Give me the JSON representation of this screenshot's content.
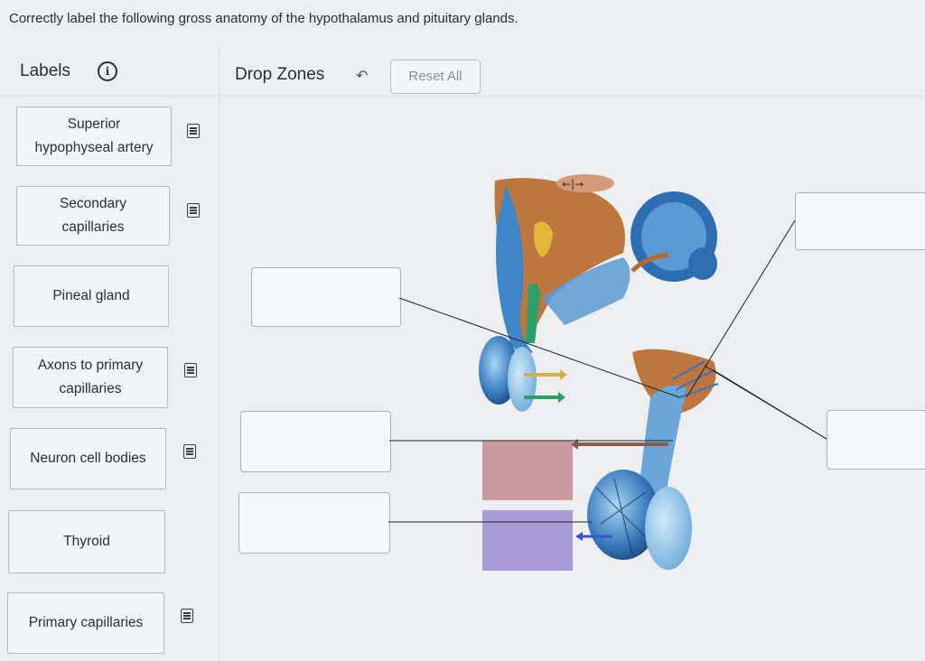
{
  "instruction": "Correctly label the following gross anatomy of the hypothalamus and pituitary glands.",
  "labels_panel": {
    "title": "Labels",
    "info_icon": "info-icon"
  },
  "drop_panel": {
    "title": "Drop Zones",
    "undo_icon": "undo-icon",
    "reset_label": "Reset All"
  },
  "labels": [
    {
      "text": "Superior hypophyseal artery",
      "line1": "Superior",
      "line2": "hypophyseal artery",
      "has_note": true
    },
    {
      "text": "Secondary capillaries",
      "line1": "Secondary",
      "line2": "capillaries",
      "has_note": true
    },
    {
      "text": "Pineal gland",
      "line1": "Pineal gland",
      "line2": "",
      "has_note": false
    },
    {
      "text": "Axons to primary capillaries",
      "line1": "Axons to primary",
      "line2": "capillaries",
      "has_note": true
    },
    {
      "text": "Neuron cell bodies",
      "line1": "Neuron cell bodies",
      "line2": "",
      "has_note": true
    },
    {
      "text": "Thyroid",
      "line1": "Thyroid",
      "line2": "",
      "has_note": false
    },
    {
      "text": "Primary capillaries",
      "line1": "Primary capillaries",
      "line2": "",
      "has_note": true
    }
  ],
  "colors": {
    "tissue_orange": "#b8692a",
    "pituitary_blue": "#2f6fb0",
    "light_blue": "#8fc3e8",
    "pink_box": "#c99a9f",
    "lavender_box": "#a99ad8",
    "arrow_gold": "#d8b04a",
    "arrow_green": "#2f9f6a",
    "arrow_brown": "#8a5a4a",
    "arrow_blue": "#3b55c8"
  }
}
